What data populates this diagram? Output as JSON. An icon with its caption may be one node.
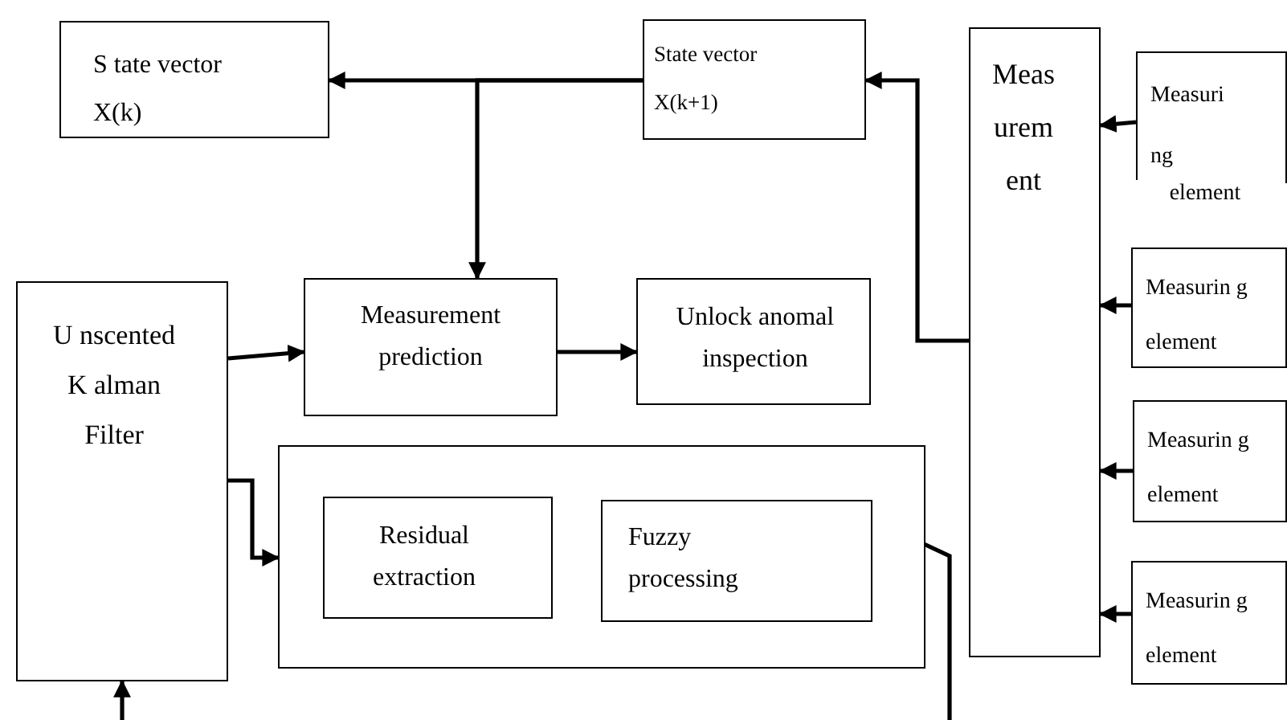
{
  "diagram": {
    "nodes": [
      {
        "text": [
          "S tate vector X(k)"
        ]
      },
      {
        "text": [
          "State vector X(k+1)"
        ]
      },
      {
        "text": [
          "Meas urem ent"
        ]
      },
      {
        "text": [
          "Measuri ng",
          "element"
        ]
      },
      {
        "text": [
          "U nscented K alman Filter"
        ]
      },
      {
        "text": [
          "Measurement prediction"
        ]
      },
      {
        "text": [
          "Unlock anomal inspection"
        ]
      },
      {
        "text": [],
        "shape": "box"
      },
      {
        "text": [
          "Residual extraction"
        ],
        "in": 7
      },
      {
        "text": [
          "Fuzzy processing"
        ],
        "in": 7
      },
      {
        "text": [
          "Measurin g element"
        ]
      },
      {
        "text": [
          "Measurin g element"
        ]
      },
      {
        "text": [
          "Measurin g element"
        ]
      }
    ],
    "edges": [
      {
        "from": 1,
        "to": 0,
        "arrow": "to"
      },
      {
        "from": 1,
        "to": 5,
        "arrow": "to"
      },
      {
        "from": 2,
        "to": 1,
        "arrow": "to"
      },
      {
        "from": 3,
        "to": 2,
        "arrow": "to"
      },
      {
        "from": 10,
        "to": 2,
        "arrow": "to"
      },
      {
        "from": 11,
        "to": 2,
        "arrow": "to"
      },
      {
        "from": 12,
        "to": 2,
        "arrow": "to"
      },
      {
        "from": 4,
        "to": 5,
        "arrow": "to"
      },
      {
        "from": 5,
        "to": 6,
        "arrow": "to"
      },
      {
        "from": 4,
        "to": 7,
        "arrow": "to"
      },
      {
        "from": 9,
        "to": null,
        "arrow": "none"
      },
      {
        "from": null,
        "to": 4,
        "arrow": "to"
      }
    ]
  }
}
